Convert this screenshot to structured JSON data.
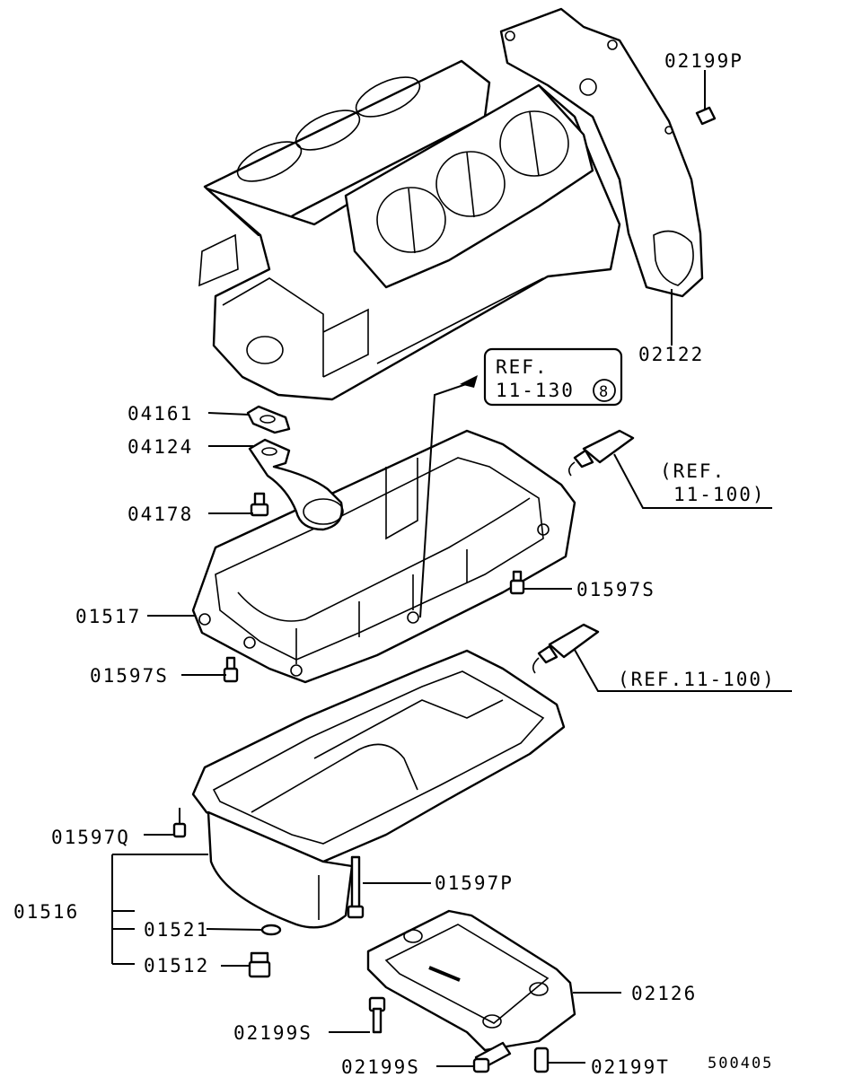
{
  "diagram_id": "500405",
  "ref_box": {
    "line1": "REF.",
    "line2": "11-130",
    "badge": "8"
  },
  "refs": {
    "sealant_upper": "(REF.",
    "sealant_upper_2": "11-100)",
    "sealant_lower": "(REF.11-100)"
  },
  "parts": {
    "p02199P": "02199P",
    "p02122": "02122",
    "p04161": "04161",
    "p04124": "04124",
    "p04178": "04178",
    "p01597S_a": "01597S",
    "p01517": "01517",
    "p01597S_b": "01597S",
    "p01597Q": "01597Q",
    "p01597P": "01597P",
    "p01516": "01516",
    "p01521": "01521",
    "p01512": "01512",
    "p02126": "02126",
    "p02199S_a": "02199S",
    "p02199S_b": "02199S",
    "p02199T": "02199T"
  }
}
